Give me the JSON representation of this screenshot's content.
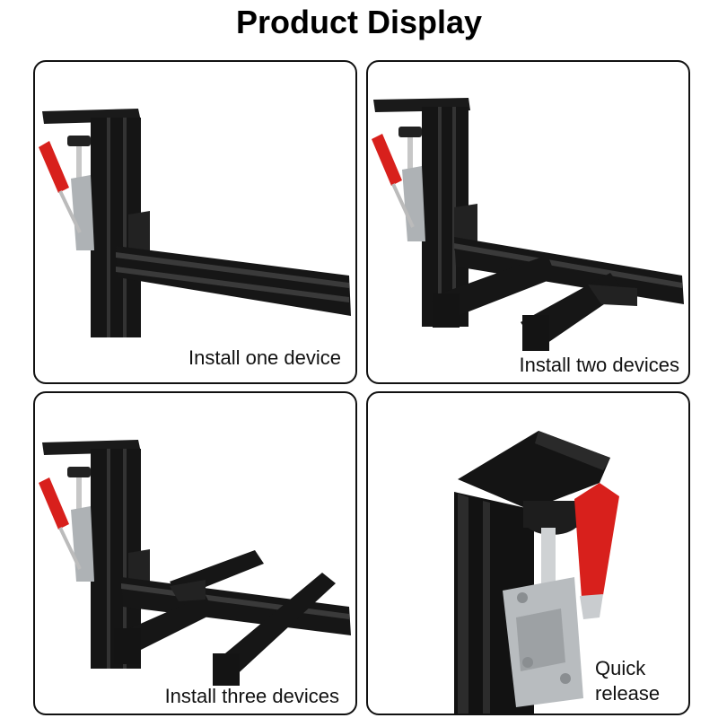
{
  "title": "Product Display",
  "panels": [
    {
      "caption": "Install one device"
    },
    {
      "caption": "Install two devices"
    },
    {
      "caption": "Install three devices"
    },
    {
      "caption_line1": "Quick",
      "caption_line2": "release"
    }
  ],
  "colors": {
    "frame": "#141414",
    "handle": "#d8201c",
    "metal": "#b9bcbf",
    "border": "#111111"
  },
  "icons": [
    "bracket-image",
    "clamp-image"
  ]
}
